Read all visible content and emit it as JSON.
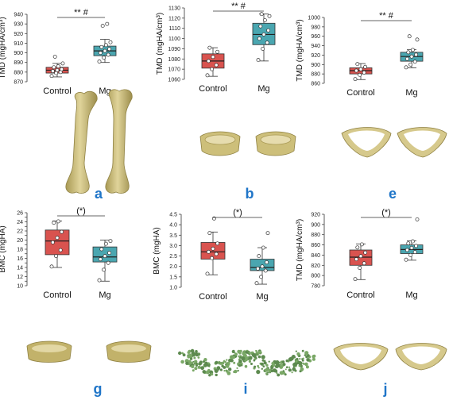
{
  "colors": {
    "control": "#d9534f",
    "mg": "#4aa6b0",
    "panel_letter": "#1f75c8",
    "bone": "#cdbf7a",
    "bone_dark": "#a99a55",
    "trab": "#5d8a4f"
  },
  "chart_data": [
    {
      "panel": "a",
      "type": "box",
      "ylabel": "TMD (mgHA/cm³)",
      "ylim": [
        870,
        940
      ],
      "yticks": [
        870,
        880,
        890,
        900,
        910,
        920,
        930,
        940
      ],
      "categories": [
        "Control",
        "Mg"
      ],
      "significance": "** #",
      "groups": [
        {
          "name": "Control",
          "min": 875,
          "q1": 879,
          "median": 882,
          "q3": 885,
          "max": 889,
          "points": [
            876,
            879,
            880,
            881,
            882,
            883,
            885,
            886,
            889,
            896
          ]
        },
        {
          "name": "Mg",
          "min": 890,
          "q1": 897,
          "median": 902,
          "q3": 907,
          "max": 914,
          "points": [
            891,
            895,
            898,
            900,
            902,
            904,
            906,
            908,
            911,
            928,
            930
          ]
        }
      ]
    },
    {
      "panel": "b",
      "type": "box",
      "ylabel": "TMD (mgHA/cm³)",
      "ylim": [
        1060,
        1130
      ],
      "yticks": [
        1060,
        1070,
        1080,
        1090,
        1100,
        1110,
        1120,
        1130
      ],
      "categories": [
        "Control",
        "Mg"
      ],
      "significance": "** #",
      "groups": [
        {
          "name": "Control",
          "min": 1063,
          "q1": 1071,
          "median": 1078,
          "q3": 1085,
          "max": 1091,
          "points": [
            1064,
            1070,
            1074,
            1078,
            1082,
            1087,
            1091
          ]
        },
        {
          "name": "Mg",
          "min": 1078,
          "q1": 1094,
          "median": 1104,
          "q3": 1115,
          "max": 1124,
          "points": [
            1079,
            1090,
            1096,
            1100,
            1104,
            1108,
            1112,
            1118,
            1122,
            1124
          ]
        }
      ]
    },
    {
      "panel": "e",
      "type": "box",
      "ylabel": "TMD (mgHA/cm³)",
      "ylim": [
        860,
        1000
      ],
      "yticks": [
        860,
        880,
        900,
        920,
        940,
        960,
        980,
        1000
      ],
      "categories": [
        "Control",
        "Mg"
      ],
      "significance": "** #",
      "groups": [
        {
          "name": "Control",
          "min": 868,
          "q1": 880,
          "median": 887,
          "q3": 893,
          "max": 902,
          "points": [
            869,
            878,
            883,
            887,
            890,
            895,
            901
          ]
        },
        {
          "name": "Mg",
          "min": 893,
          "q1": 907,
          "median": 917,
          "q3": 926,
          "max": 932,
          "points": [
            894,
            900,
            906,
            912,
            917,
            921,
            926,
            931,
            953,
            960
          ]
        }
      ]
    },
    {
      "panel": "g",
      "type": "box",
      "ylabel": "BMC (mgHA)",
      "ylim": [
        10,
        26
      ],
      "yticks": [
        10,
        11,
        12,
        13,
        14,
        15,
        16,
        17,
        18,
        19,
        20,
        21,
        22,
        23,
        24,
        25,
        26
      ],
      "tick_labels": [
        10,
        12,
        14,
        16,
        18,
        20,
        22,
        24,
        26
      ],
      "categories": [
        "Control",
        "Mg"
      ],
      "significance": "(*)",
      "groups": [
        {
          "name": "Control",
          "min": 14,
          "q1": 16.8,
          "median": 19.8,
          "q3": 22.2,
          "max": 24.2,
          "points": [
            14.2,
            16.5,
            17.8,
            19.5,
            20.5,
            21.8,
            23.8,
            24.1
          ]
        },
        {
          "name": "Mg",
          "min": 11,
          "q1": 15.2,
          "median": 16.3,
          "q3": 18.5,
          "max": 20,
          "points": [
            11.2,
            13.5,
            15,
            15.8,
            16.5,
            17.2,
            18,
            19.2,
            19.8
          ]
        }
      ]
    },
    {
      "panel": "i",
      "type": "box",
      "ylabel": "BMC (mgHA)",
      "ylim": [
        1.0,
        4.5
      ],
      "yticks": [
        1.0,
        1.5,
        2.0,
        2.5,
        3.0,
        3.5,
        4.0,
        4.5
      ],
      "categories": [
        "Control",
        "Mg"
      ],
      "significance": "(*)",
      "groups": [
        {
          "name": "Control",
          "min": 1.6,
          "q1": 2.35,
          "median": 2.7,
          "q3": 3.15,
          "max": 3.65,
          "points": [
            1.65,
            2.4,
            2.6,
            2.7,
            2.85,
            3.1,
            3.6,
            4.3
          ]
        },
        {
          "name": "Mg",
          "min": 1.15,
          "q1": 1.8,
          "median": 1.95,
          "q3": 2.35,
          "max": 2.9,
          "points": [
            1.2,
            1.5,
            1.8,
            1.9,
            2.0,
            2.2,
            2.5,
            2.9,
            3.6
          ]
        }
      ]
    },
    {
      "panel": "j",
      "type": "box",
      "ylabel": "TMD (mgHA/cm³)",
      "ylim": [
        780,
        920
      ],
      "yticks": [
        780,
        800,
        820,
        840,
        860,
        880,
        900,
        920
      ],
      "categories": [
        "Control",
        "Mg"
      ],
      "significance": "(*)",
      "groups": [
        {
          "name": "Control",
          "min": 792,
          "q1": 820,
          "median": 836,
          "q3": 850,
          "max": 862,
          "points": [
            793,
            815,
            824,
            832,
            838,
            845,
            855,
            861
          ]
        },
        {
          "name": "Mg",
          "min": 830,
          "q1": 843,
          "median": 851,
          "q3": 860,
          "max": 868,
          "points": [
            831,
            840,
            846,
            850,
            854,
            858,
            863,
            867,
            910
          ]
        }
      ]
    }
  ],
  "panel_letters": [
    "a",
    "b",
    "e",
    "g",
    "i",
    "j"
  ]
}
